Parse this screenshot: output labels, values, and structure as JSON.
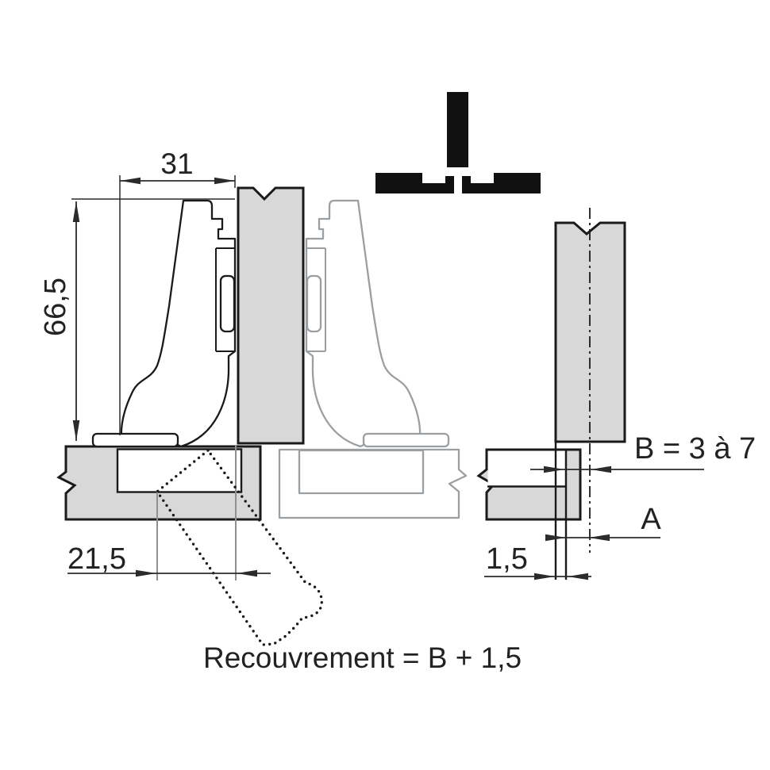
{
  "diagram": {
    "type": "technical-drawing",
    "subject": "concealed cabinet hinge - twin application cross section",
    "icon": {
      "name": "twin-application-icon"
    },
    "dimensions": {
      "arm_width": "31",
      "hinge_height": "66,5",
      "cup_distance": "21,5",
      "reveal": "1,5",
      "b_range": "B = 3 à 7",
      "gap_label": "A",
      "overlay_formula": "Recouvrement = B + 1,5"
    },
    "colors": {
      "panel_fill": "#d8d8d8",
      "outline": "#1a1a1a",
      "ghost": "#9b9fa2",
      "dim": "#2b2b2b",
      "ext": "#909090",
      "icon": "#111111",
      "text": "#222222"
    }
  }
}
